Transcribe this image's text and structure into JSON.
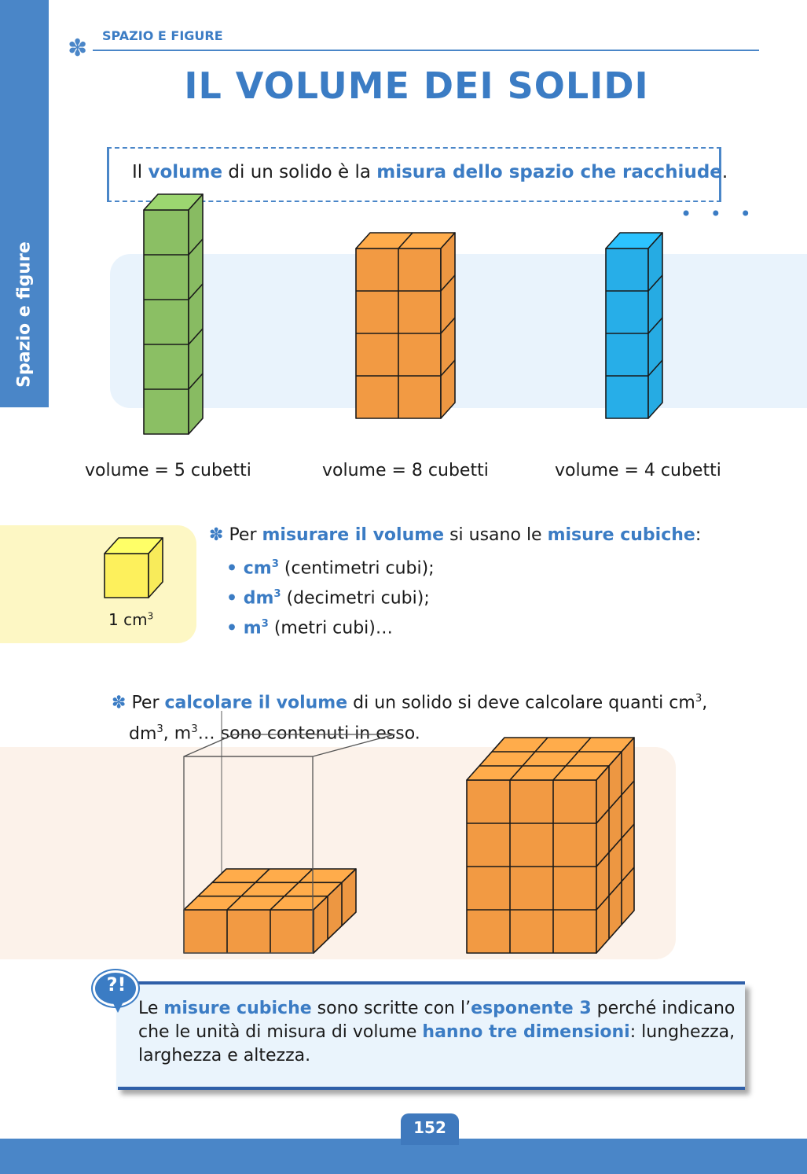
{
  "side_tab": {
    "label": "Spazio e figure"
  },
  "header": {
    "section": "SPAZIO E FIGURE",
    "title": "IL VOLUME DEI SOLIDI"
  },
  "definition": {
    "p1": "Il ",
    "b1": "volume",
    "p2": " di un solido è la ",
    "b2": "misura dello spazio che racchiude",
    "p3": "."
  },
  "solids": [
    {
      "label": "volume = 5 cubetti",
      "color": "#8bbf64"
    },
    {
      "label": "volume = 8 cubetti",
      "color": "#f29a43"
    },
    {
      "label": "volume = 4 cubetti",
      "color": "#27aee8"
    }
  ],
  "unit_cube": {
    "caption": "1 cm",
    "exp": "3",
    "color": "#fdf05c"
  },
  "cubic_measures": {
    "intro_p1": "Per ",
    "intro_b1": "misurare il volume",
    "intro_p2": " si usano le ",
    "intro_b2": "misure cubiche",
    "intro_p3": ":",
    "items": [
      {
        "unit": "cm",
        "exp": "3",
        "desc": " (centimetri cubi);"
      },
      {
        "unit": "dm",
        "exp": "3",
        "desc": " (decimetri cubi);"
      },
      {
        "unit": "m",
        "exp": "3",
        "desc": " (metri cubi)…"
      }
    ]
  },
  "calc": {
    "p1": "Per ",
    "b1": "calcolare il volume",
    "p2": " di un solido si deve calcolare quanti cm",
    "e1": "3",
    "p3": ",",
    "p4": "dm",
    "e2": "3",
    "p5": ", m",
    "e3": "3",
    "p6": "… sono contenuti in esso."
  },
  "note": {
    "icon": "?!",
    "p1": "Le ",
    "b1": "misure cubiche",
    "p2": " sono scritte con l’",
    "b2": "esponente 3",
    "p3": " perché indicano che le unità di misura di volume ",
    "b3": "hanno tre dimensioni",
    "p4": ": lunghezza, larghezza e altezza."
  },
  "footer": {
    "page": "152"
  },
  "colors": {
    "accent": "#3b7cc4",
    "orange": "#f29a43"
  }
}
